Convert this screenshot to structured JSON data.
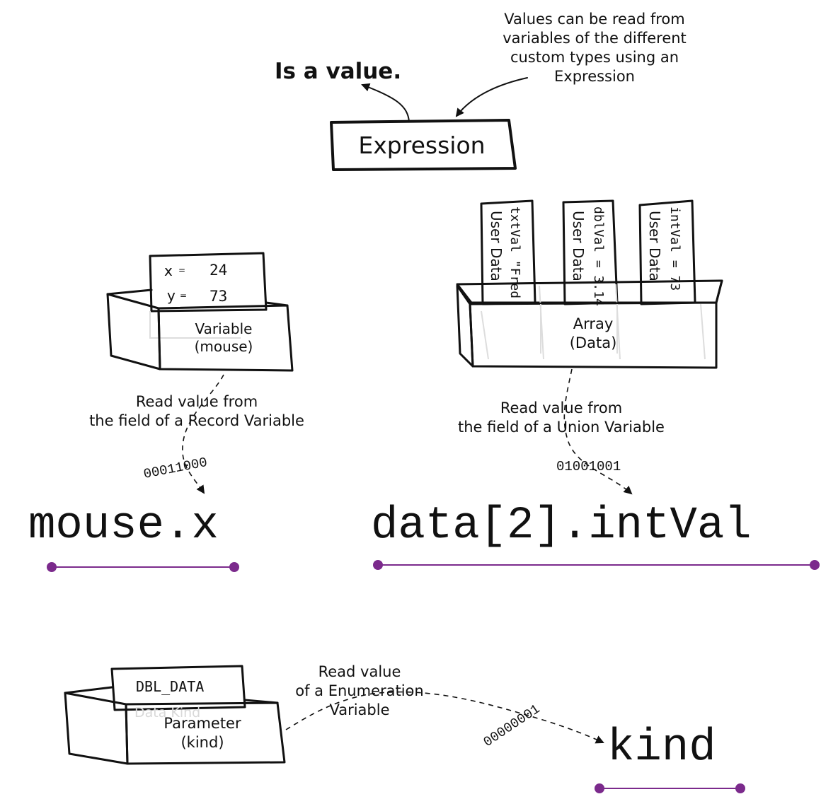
{
  "expression": {
    "label": "Expression",
    "is_value_note": "Is a value.",
    "description_lines": [
      "Values can be read from",
      "variables of the different",
      "custom types using an",
      "Expression"
    ]
  },
  "record_box": {
    "fields": [
      {
        "name": "x",
        "value": "24"
      },
      {
        "name": "y",
        "value": "73"
      }
    ],
    "title": "Variable",
    "subtitle": "(mouse)",
    "arrow_label_lines": [
      "Read value from",
      "the field of a Record Variable"
    ],
    "binary": "00011000",
    "expression_text": "mouse.x"
  },
  "array_box": {
    "cards": [
      {
        "type_label": "User Data",
        "value_label": "txtVal \"Fred"
      },
      {
        "type_label": "User Data",
        "value_label": "dblVal = 3.14"
      },
      {
        "type_label": "User Data",
        "value_label": "intVal = 73"
      }
    ],
    "title": "Array",
    "subtitle": "(Data)",
    "arrow_label_lines": [
      "Read value from",
      "the field of a Union Variable"
    ],
    "binary": "01001001",
    "expression_text": "data[2].intVal"
  },
  "param_box": {
    "card_value": "DBL_DATA",
    "ghost_label": "Data Kind",
    "title": "Parameter",
    "subtitle": "(kind)",
    "arrow_label_lines": [
      "Read value",
      "of a Enumeration",
      "Variable"
    ],
    "binary": "00000001",
    "expression_text": "kind"
  },
  "colors": {
    "ink": "#111111",
    "underline": "#7b2a8c",
    "ghost": "#dddddd"
  }
}
